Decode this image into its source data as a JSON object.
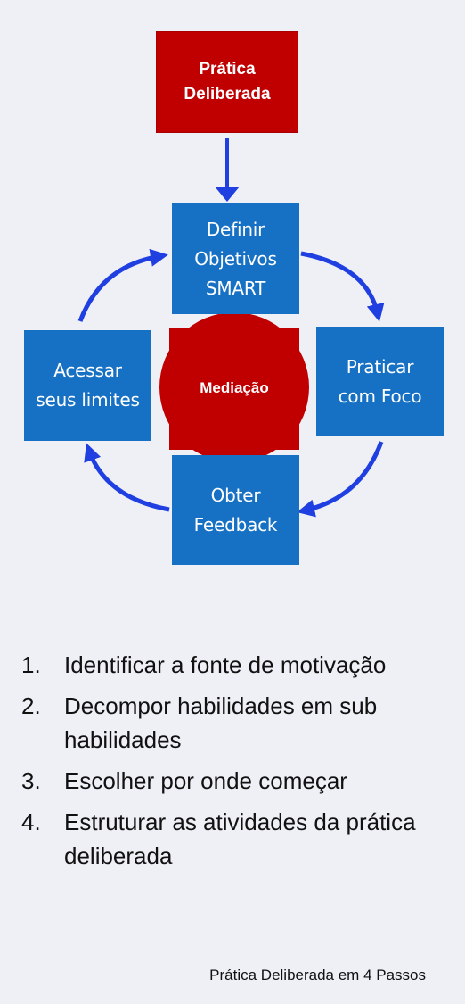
{
  "diagram": {
    "top_box": "Prática\nDeliberada",
    "cycle": {
      "top": "Definir\nObjetivos\nSMART",
      "right": "Praticar\ncom Foco",
      "bottom": "Obter\nFeedback",
      "left": "Acessar\nseus limites"
    },
    "center": "Mediação"
  },
  "steps": [
    {
      "number": "1.",
      "text": "Identificar a fonte de motivação"
    },
    {
      "number": "2.",
      "text": "Decompor habilidades em sub habilidades"
    },
    {
      "number": "3.",
      "text": "Escolher por onde começar"
    },
    {
      "number": "4.",
      "text": "Estruturar as atividades da prática deliberada"
    }
  ],
  "caption": "Prática Deliberada em 4 Passos",
  "colors": {
    "red": "#c00000",
    "blue_box": "#1670c4",
    "arrow_blue": "#1f3fe0",
    "background": "#eef0f6"
  }
}
